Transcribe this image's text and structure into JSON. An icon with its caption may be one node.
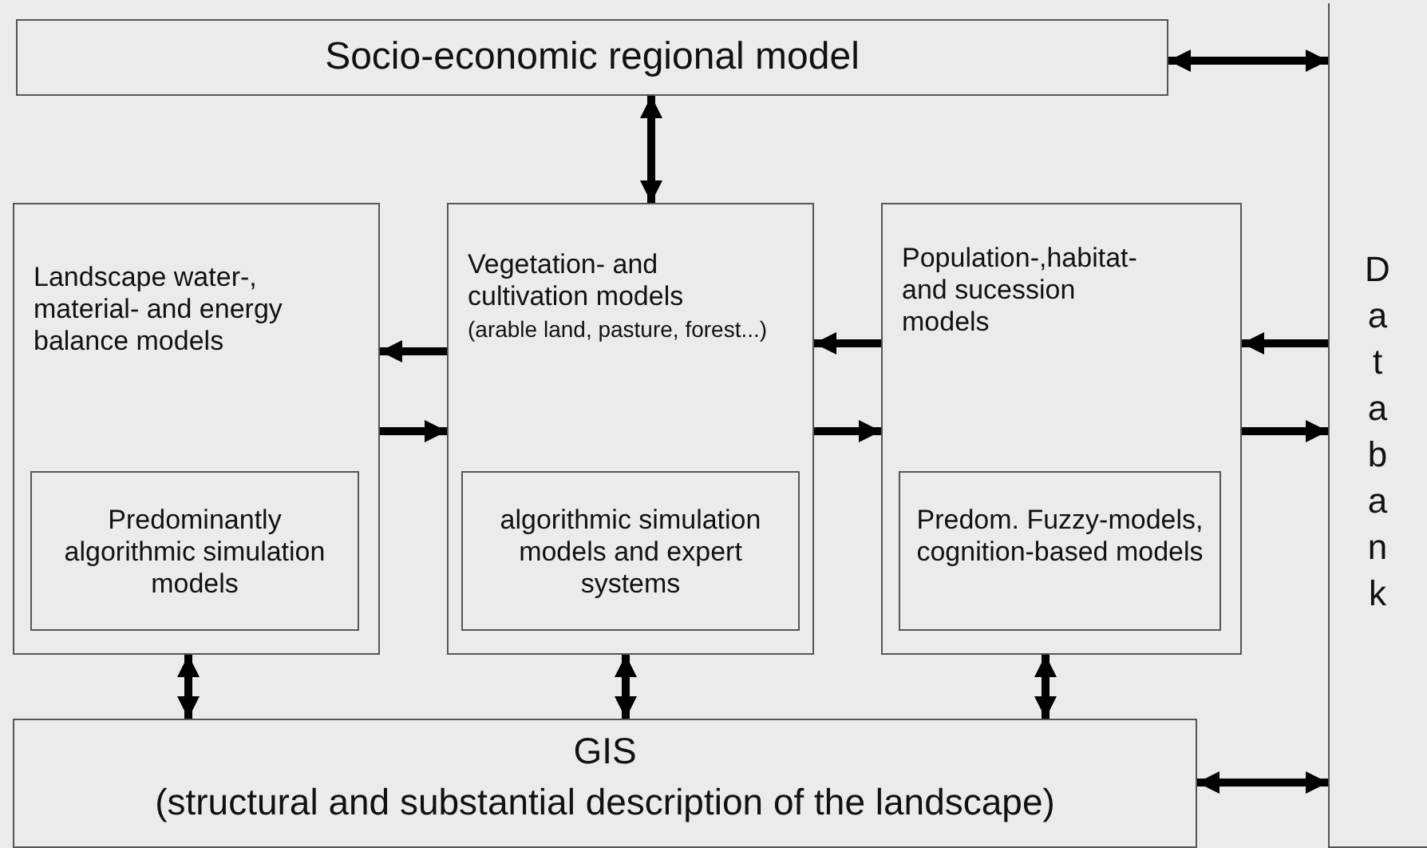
{
  "diagram": {
    "nodes": [
      {
        "text": [
          "Socio-economic regional model"
        ]
      },
      {
        "text": [
          "Landscape water-, material- and energy balance models"
        ]
      },
      {
        "text": [
          "Predominantly algorithmic simulation models"
        ],
        "in": 1
      },
      {
        "text": [
          "Vegetation- and cultivation models",
          "(arable land, pasture, forest...)"
        ]
      },
      {
        "text": [
          "algorithmic simulation models and expert systems"
        ],
        "in": 3
      },
      {
        "text": [
          "Population-,habitat- and sucession models"
        ]
      },
      {
        "text": [
          "Predom. Fuzzy-models, cognition-based models"
        ],
        "in": 5
      },
      {
        "text": [
          "GIS",
          "(structural and substantial description of the landscape)"
        ]
      },
      {
        "text": [
          "Databank"
        ]
      }
    ],
    "edges": [
      {
        "from": 0,
        "to": 3,
        "arrow": "both"
      },
      {
        "from": 0,
        "to": 8,
        "arrow": "both"
      },
      {
        "from": 3,
        "to": 1,
        "arrow": "to"
      },
      {
        "from": 1,
        "to": 3,
        "arrow": "to"
      },
      {
        "from": 5,
        "to": 3,
        "arrow": "to"
      },
      {
        "from": 3,
        "to": 5,
        "arrow": "to"
      },
      {
        "from": 8,
        "to": 5,
        "arrow": "to"
      },
      {
        "from": 5,
        "to": 8,
        "arrow": "to"
      },
      {
        "from": 1,
        "to": 7,
        "arrow": "both"
      },
      {
        "from": 3,
        "to": 7,
        "arrow": "both"
      },
      {
        "from": 5,
        "to": 7,
        "arrow": "both"
      },
      {
        "from": 7,
        "to": 8,
        "arrow": "both"
      }
    ]
  }
}
